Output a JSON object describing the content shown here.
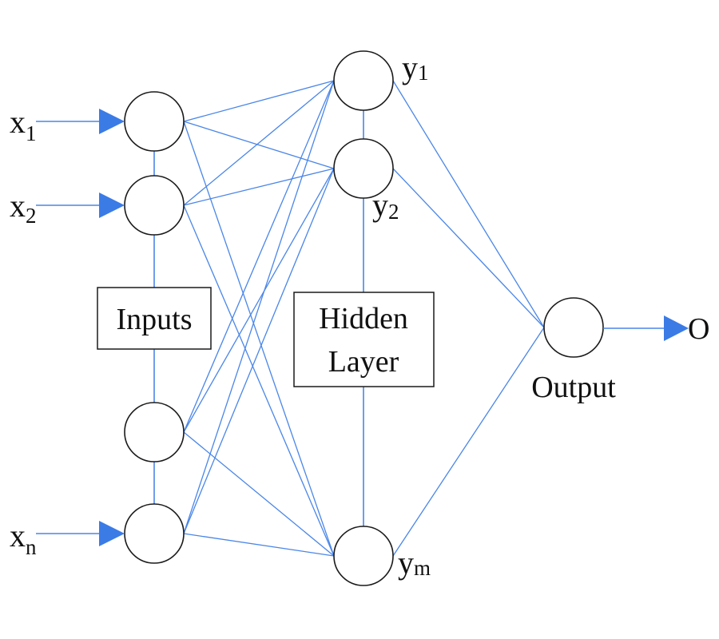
{
  "diagram": {
    "title": "Neural network with one hidden layer",
    "colors": {
      "edge": "#4a86e8",
      "arrow": "#3b7be6",
      "node_stroke": "#1a1a1a",
      "text": "#111111",
      "background": "#ffffff"
    },
    "input_layer": {
      "box_label": "Inputs",
      "nodes": [
        {
          "id": "in1",
          "var": "x",
          "sub": "1",
          "has_input_arrow": true
        },
        {
          "id": "in2",
          "var": "x",
          "sub": "2",
          "has_input_arrow": true
        },
        {
          "id": "in3",
          "var": "",
          "sub": "",
          "has_input_arrow": false
        },
        {
          "id": "inn",
          "var": "x",
          "sub": "n",
          "has_input_arrow": true
        }
      ]
    },
    "hidden_layer": {
      "box_label_line1": "Hidden",
      "box_label_line2": "Layer",
      "nodes": [
        {
          "id": "h1",
          "var": "y",
          "sub": "1"
        },
        {
          "id": "h2",
          "var": "y",
          "sub": "2"
        },
        {
          "id": "hm",
          "var": "y",
          "sub": "m"
        }
      ]
    },
    "output_layer": {
      "label": "Output",
      "output_symbol": "O",
      "nodes": [
        {
          "id": "out"
        }
      ]
    },
    "connections": "fully-connected: every input node to every hidden node; every hidden node to output node"
  }
}
